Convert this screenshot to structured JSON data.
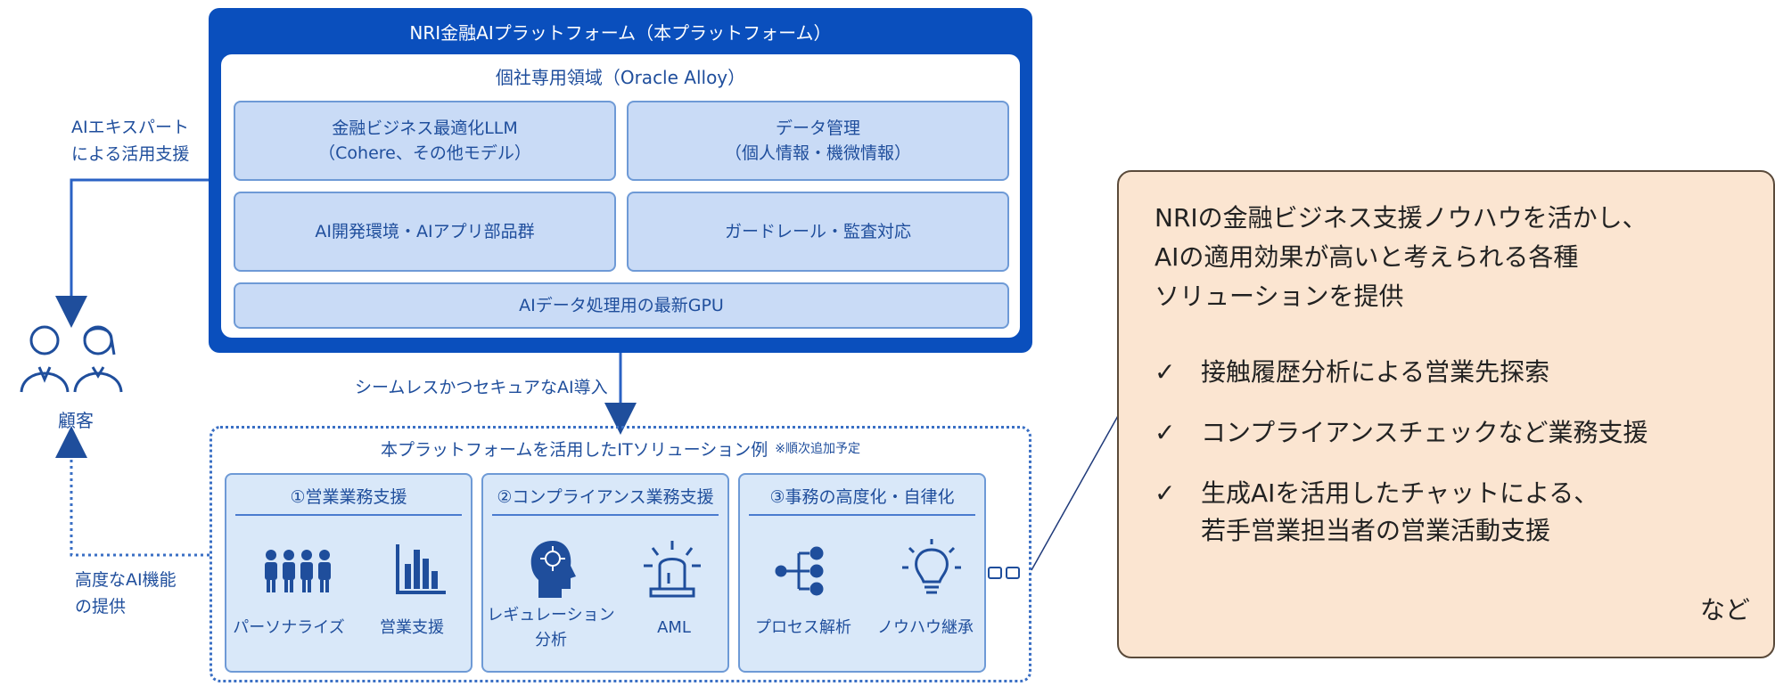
{
  "platform": {
    "title": "NRI金融AIプラットフォーム（本プラットフォーム）",
    "inner_title": "個社専用領域（Oracle Alloy）",
    "boxes": {
      "llm_line1": "金融ビジネス最適化LLM",
      "llm_line2": "（Cohere、その他モデル）",
      "data_line1": "データ管理",
      "data_line2": "（個人情報・機微情報）",
      "dev_env": "AI開発環境・AIアプリ部品群",
      "guardrail": "ガードレール・監査対応",
      "gpu": "AIデータ処理用の最新GPU"
    }
  },
  "connectors": {
    "seamless": "シームレスかつセキュアなAI導入",
    "expert_line1": "AIエキスパート",
    "expert_line2": "による活用支援",
    "advanced_line1": "高度なAI機能",
    "advanced_line2": "の提供"
  },
  "customer": {
    "label": "顧客"
  },
  "solutions": {
    "title": "本プラットフォームを活用したITソリューション例",
    "note": "※順次追加予定",
    "panels": [
      {
        "title": "①営業業務支援",
        "items": [
          {
            "label": "パーソナライズ",
            "icon": "people-group-icon"
          },
          {
            "label": "営業支援",
            "icon": "bar-chart-icon"
          }
        ]
      },
      {
        "title": "②コンプライアンス業務支援",
        "items": [
          {
            "label1": "レギュレーション",
            "label2": "分析",
            "icon": "head-brain-icon"
          },
          {
            "label": "AML",
            "icon": "alarm-light-icon"
          }
        ]
      },
      {
        "title": "③事務の高度化・自律化",
        "items": [
          {
            "label": "プロセス解析",
            "icon": "process-tree-icon"
          },
          {
            "label": "ノウハウ継承",
            "icon": "lightbulb-icon"
          }
        ]
      }
    ]
  },
  "callout": {
    "line1": "NRIの金融ビジネス支援ノウハウを活かし、",
    "line2": "AIの適用効果が高いと考えられる各種",
    "line3": "ソリューションを提供",
    "check": "✓",
    "bullets": [
      {
        "line1": "接触履歴分析による営業先探索"
      },
      {
        "line1": "コンプライアンスチェックなど業務支援"
      },
      {
        "line1": "生成AIを活用したチャットによる、",
        "line2": "若手営業担当者の営業活動支援"
      }
    ],
    "etc": "など"
  },
  "colors": {
    "platform_blue": "#0a4fbd",
    "box_fill": "#c9dbf6",
    "panel_fill": "#d9e8f9",
    "callout_fill": "#fbe5d1",
    "text_blue": "#1f4e9c"
  }
}
